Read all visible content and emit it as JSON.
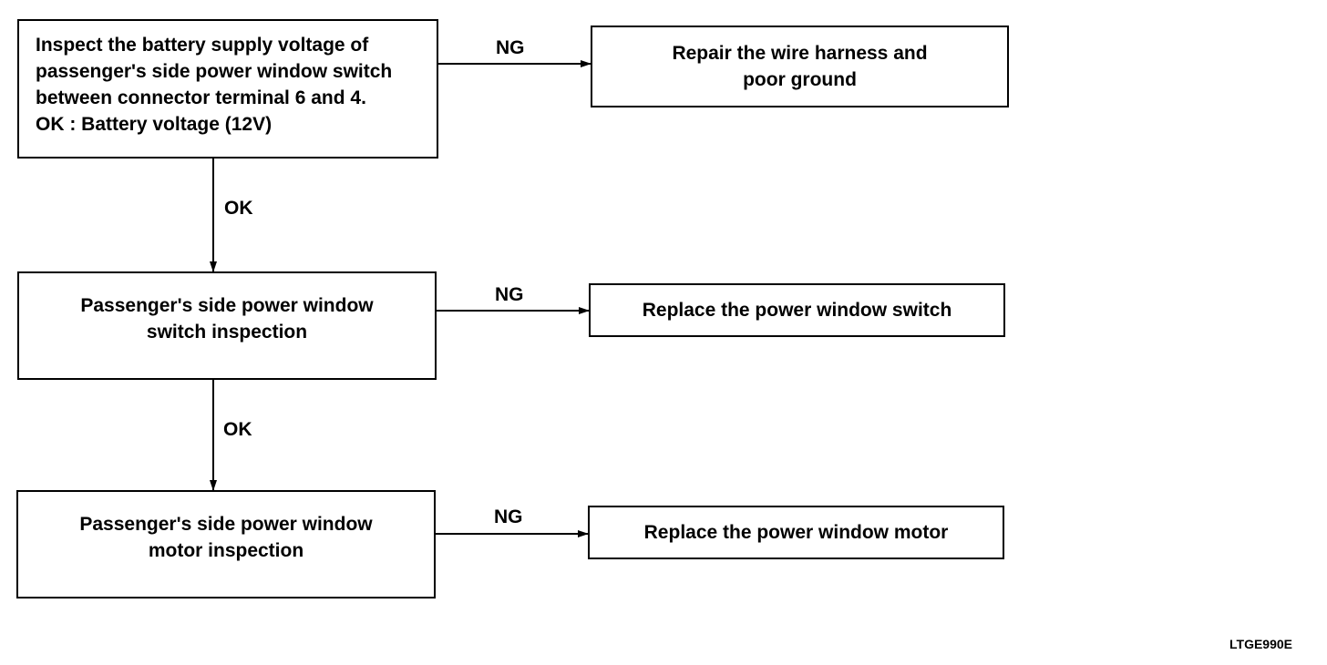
{
  "steps": [
    {
      "lines": [
        "Inspect the battery supply voltage of",
        "passenger's side power window switch",
        "between connector terminal 6 and 4.",
        "OK : Battery voltage (12V)"
      ],
      "ng_label": "NG",
      "remedy_lines": [
        "Repair the wire harness and",
        "poor ground"
      ]
    },
    {
      "lines": [
        "Passenger's side power window",
        "switch inspection"
      ],
      "ng_label": "NG",
      "remedy_lines": [
        "Replace the power window switch"
      ]
    },
    {
      "lines": [
        "Passenger's side power window",
        "motor inspection"
      ],
      "ng_label": "NG",
      "remedy_lines": [
        "Replace the power window motor"
      ]
    }
  ],
  "ok_labels": [
    "OK",
    "OK"
  ],
  "figure_code": "LTGE990E"
}
